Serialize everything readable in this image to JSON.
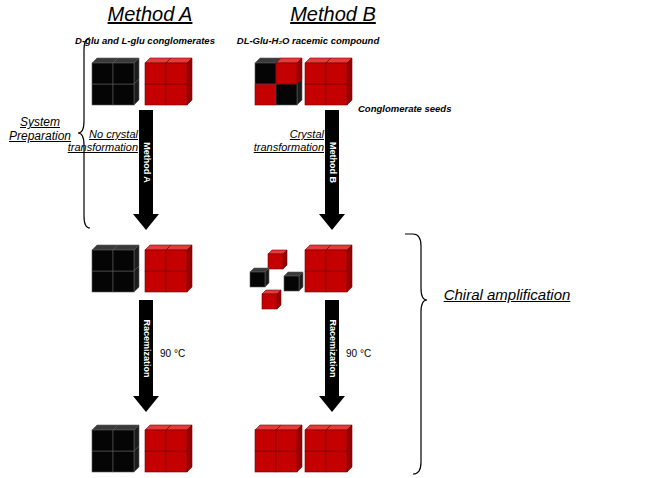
{
  "diagram": {
    "nodes": [
      {
        "text": [
          "Method A"
        ]
      },
      {
        "text": [
          "Method B"
        ]
      },
      {
        "text": [
          "Racemization"
        ]
      },
      {
        "text": [
          "Racemization"
        ]
      }
    ],
    "labels": [
      "Method A",
      "Method B",
      "D-glu and L-glu conglomerates",
      "DL-Glu-H₂O racemic compound",
      "Conglomerate seeds",
      "System Preparation",
      "No crystal transformation",
      "Crystal transformation",
      "90 °C",
      "90 °C",
      "Chiral amplification"
    ]
  }
}
